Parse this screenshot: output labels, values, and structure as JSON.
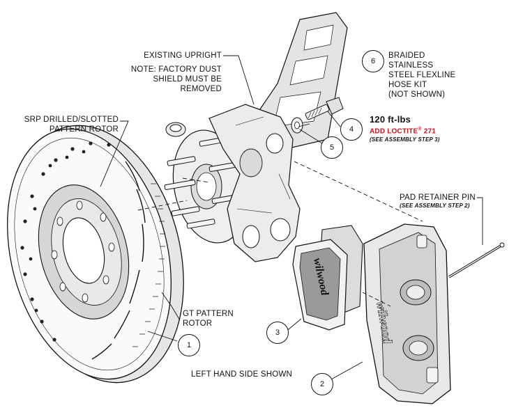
{
  "labels": {
    "upright_1": "EXISTING UPRIGHT",
    "upright_2": "NOTE: FACTORY DUST",
    "upright_3": "SHIELD MUST BE",
    "upright_4": "REMOVED",
    "srp_1": "SRP DRILLED/SLOTTED",
    "srp_2": "PATTERN ROTOR",
    "gt_1": "GT PATTERN",
    "gt_2": "ROTOR",
    "hose_1": "BRAIDED",
    "hose_2": "STAINLESS",
    "hose_3": "STEEL FLEXLINE",
    "hose_4": "HOSE KIT",
    "hose_5": "(NOT SHOWN)",
    "torque": "120 ft-lbs",
    "loctite_a": "ADD LOCTITE",
    "loctite_reg": "®",
    "loctite_b": " 271",
    "step3": "(SEE ASSEMBLY STEP 3)",
    "pin": "PAD RETAINER PIN",
    "step2": "(SEE ASSEMBLY STEP 2)",
    "side": "LEFT HAND SIDE SHOWN",
    "pad_logo": "wilwood",
    "caliper_logo": "wilwood"
  },
  "callouts": {
    "c1": "1",
    "c2": "2",
    "c3": "3",
    "c4": "4",
    "c5": "5",
    "c6": "6"
  },
  "colors": {
    "line": "#111111",
    "accent": "#d0111b",
    "shade": "#cfcfcf",
    "dark": "#8a8a8a"
  }
}
